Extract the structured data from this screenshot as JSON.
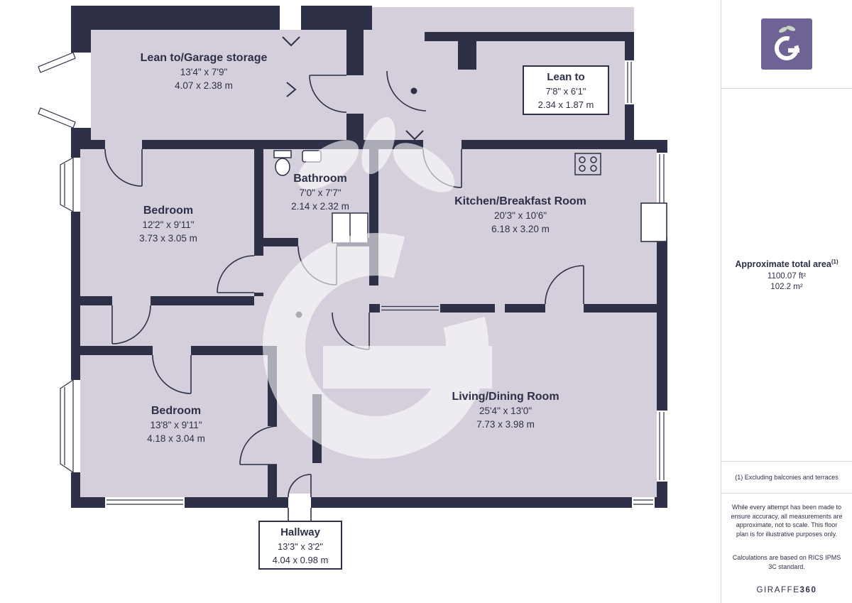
{
  "plan": {
    "rooms": [
      {
        "name": "Lean to/Garage storage",
        "dims_ft": "13'4\" x 7'9\"",
        "dims_m": "4.07 x 2.38 m"
      },
      {
        "name": "Lean to",
        "dims_ft": "7'8\" x 6'1\"",
        "dims_m": "2.34 x 1.87 m"
      },
      {
        "name": "Bathroom",
        "dims_ft": "7'0\" x 7'7\"",
        "dims_m": "2.14 x 2.32 m"
      },
      {
        "name": "Bedroom",
        "dims_ft": "12'2\" x 9'11\"",
        "dims_m": "3.73 x 3.05 m"
      },
      {
        "name": "Kitchen/Breakfast Room",
        "dims_ft": "20'3\" x 10'6\"",
        "dims_m": "6.18 x 3.20 m"
      },
      {
        "name": "Bedroom",
        "dims_ft": "13'8\" x 9'11\"",
        "dims_m": "4.18 x 3.04 m"
      },
      {
        "name": "Living/Dining Room",
        "dims_ft": "25'4\" x 13'0\"",
        "dims_m": "7.73 x 3.98 m"
      },
      {
        "name": "Hallway",
        "dims_ft": "13'3\" x 3'2\"",
        "dims_m": "4.04 x 0.98 m"
      }
    ]
  },
  "sidebar": {
    "area_title": "Approximate total area",
    "area_sup": "(1)",
    "area_ft": "1100.07 ft²",
    "area_m": "102.2 m²",
    "footnote": "(1) Excluding balconies and terraces",
    "disclaimer": "While every attempt has been made to ensure accuracy, all measurements are approximate, not to scale. This floor plan is for illustrative purposes only.",
    "standard": "Calculations are based on RICS IPMS 3C standard.",
    "brand_prefix": "GIRAFFE",
    "brand_suffix": "360"
  },
  "icons": {
    "logo": "giraffe360-logo",
    "watermark": "giraffe360-watermark-g"
  },
  "colors": {
    "wall": "#2d3047",
    "floor": "#d5cfdc",
    "brand_purple": "#6e6394",
    "divider": "#d6d6d6",
    "text": "#2d3047"
  }
}
